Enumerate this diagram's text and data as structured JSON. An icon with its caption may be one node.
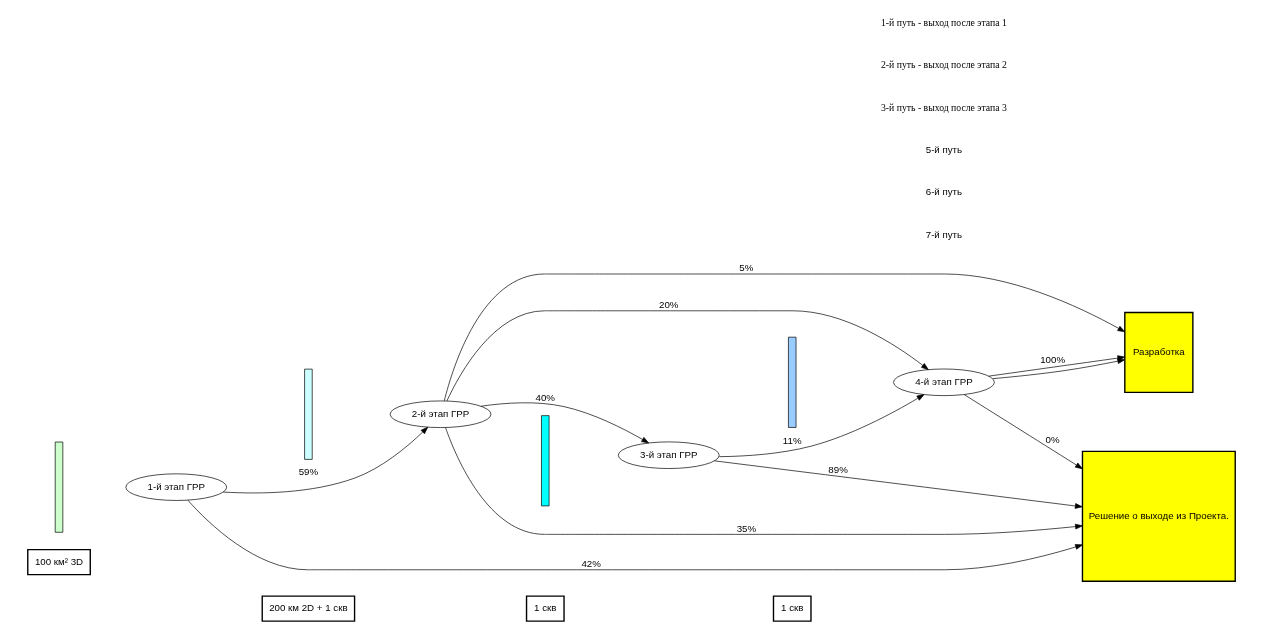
{
  "diagram": {
    "nodes": [
      {
        "text": [
          "100 км² 3D"
        ]
      },
      {
        "text": [
          "200 км 2D + 1 скв"
        ]
      },
      {
        "text": [
          "1 скв"
        ]
      },
      {
        "text": [
          "1 скв"
        ]
      },
      {
        "text": [],
        "shape": "bar"
      },
      {
        "text": [
          "1-й этап ГРР"
        ]
      },
      {
        "text": [],
        "shape": "bar"
      },
      {
        "text": [
          "2-й этап ГРР"
        ]
      },
      {
        "text": [],
        "shape": "bar"
      },
      {
        "text": [
          "3-й этап ГРР"
        ]
      },
      {
        "text": [],
        "shape": "bar"
      },
      {
        "text": [
          "4-й этап ГРР"
        ]
      },
      {
        "text": [
          "Разработка"
        ]
      },
      {
        "text": [
          "Решение о выходе из Проекта."
        ]
      }
    ],
    "edges": [
      {
        "from": 5,
        "to": 7,
        "arrow": "to",
        "label": "59%"
      },
      {
        "from": 5,
        "to": 13,
        "arrow": "to",
        "label": "42%"
      },
      {
        "from": 7,
        "to": 12,
        "arrow": "to",
        "label": "5%"
      },
      {
        "from": 7,
        "to": 11,
        "arrow": "to",
        "label": "20%"
      },
      {
        "from": 7,
        "to": 9,
        "arrow": "to",
        "label": "40%"
      },
      {
        "from": 7,
        "to": 13,
        "arrow": "to",
        "label": "35%"
      },
      {
        "from": 9,
        "to": 11,
        "arrow": "to",
        "label": "11%"
      },
      {
        "from": 9,
        "to": 13,
        "arrow": "to",
        "label": "89%"
      },
      {
        "from": 11,
        "to": 12,
        "arrow": "to"
      },
      {
        "from": 11,
        "to": 12,
        "arrow": "to",
        "label": "100%"
      },
      {
        "from": 11,
        "to": 13,
        "arrow": "to",
        "label": "0%"
      }
    ],
    "labels": [
      "7-й путь",
      "6-й путь",
      "5-й путь",
      "3-й путь - выход после этапа 3",
      "2-й путь - выход после этапа 2",
      "1-й путь - выход после этапа 1"
    ]
  }
}
